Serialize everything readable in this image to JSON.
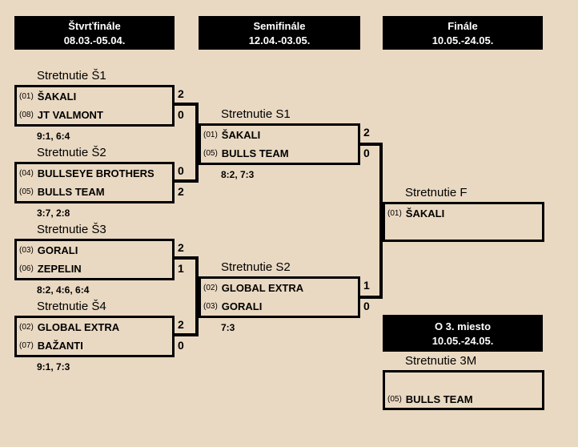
{
  "colors": {
    "background": "#ead9c2",
    "header_bg": "#000000",
    "header_text": "#ffffff",
    "text": "#000000",
    "line": "#000000"
  },
  "headers": [
    {
      "id": "quarterfinals",
      "title": "Štvrťfinále",
      "dates": "08.03.-05.04."
    },
    {
      "id": "semifinals",
      "title": "Semifinále",
      "dates": "12.04.-03.05."
    },
    {
      "id": "final",
      "title": "Finále",
      "dates": "10.05.-24.05."
    },
    {
      "id": "third-place",
      "title": "O 3. miesto",
      "dates": "10.05.-24.05."
    }
  ],
  "matches": [
    {
      "id": "qf1",
      "round": "quarterfinal",
      "title": "Stretnutie Š1",
      "rows": [
        {
          "seed": "(01)",
          "name": "ŠAKALI",
          "score": "2"
        },
        {
          "seed": "(08)",
          "name": "JT VALMONT",
          "score": "0"
        }
      ],
      "detail": "9:1, 6:4"
    },
    {
      "id": "qf2",
      "round": "quarterfinal",
      "title": "Stretnutie Š2",
      "rows": [
        {
          "seed": "(04)",
          "name": "BULLSEYE BROTHERS",
          "score": "0"
        },
        {
          "seed": "(05)",
          "name": "BULLS TEAM",
          "score": "2"
        }
      ],
      "detail": "3:7, 2:8"
    },
    {
      "id": "qf3",
      "round": "quarterfinal",
      "title": "Stretnutie Š3",
      "rows": [
        {
          "seed": "(03)",
          "name": "GORALI",
          "score": "2"
        },
        {
          "seed": "(06)",
          "name": "ZEPELIN",
          "score": "1"
        }
      ],
      "detail": "8:2, 4:6, 6:4"
    },
    {
      "id": "qf4",
      "round": "quarterfinal",
      "title": "Stretnutie Š4",
      "rows": [
        {
          "seed": "(02)",
          "name": "GLOBAL EXTRA",
          "score": "2"
        },
        {
          "seed": "(07)",
          "name": "BAŽANTI",
          "score": "0"
        }
      ],
      "detail": "9:1, 7:3"
    },
    {
      "id": "sf1",
      "round": "semifinal",
      "title": "Stretnutie S1",
      "rows": [
        {
          "seed": "(01)",
          "name": "ŠAKALI",
          "score": "2"
        },
        {
          "seed": "(05)",
          "name": "BULLS TEAM",
          "score": "0"
        }
      ],
      "detail": "8:2, 7:3"
    },
    {
      "id": "sf2",
      "round": "semifinal",
      "title": "Stretnutie S2",
      "rows": [
        {
          "seed": "(02)",
          "name": "GLOBAL EXTRA",
          "score": "1"
        },
        {
          "seed": "(03)",
          "name": "GORALI",
          "score": "0"
        }
      ],
      "detail": "7:3"
    },
    {
      "id": "final",
      "round": "final",
      "title": "Stretnutie F",
      "rows": [
        {
          "seed": "(01)",
          "name": "ŠAKALI",
          "score": ""
        },
        {
          "seed": "",
          "name": "",
          "score": ""
        }
      ],
      "detail": ""
    },
    {
      "id": "third",
      "round": "third-place",
      "title": "Stretnutie 3M",
      "rows": [
        {
          "seed": "",
          "name": "",
          "score": ""
        },
        {
          "seed": "(05)",
          "name": "BULLS TEAM",
          "score": ""
        }
      ],
      "detail": ""
    }
  ]
}
